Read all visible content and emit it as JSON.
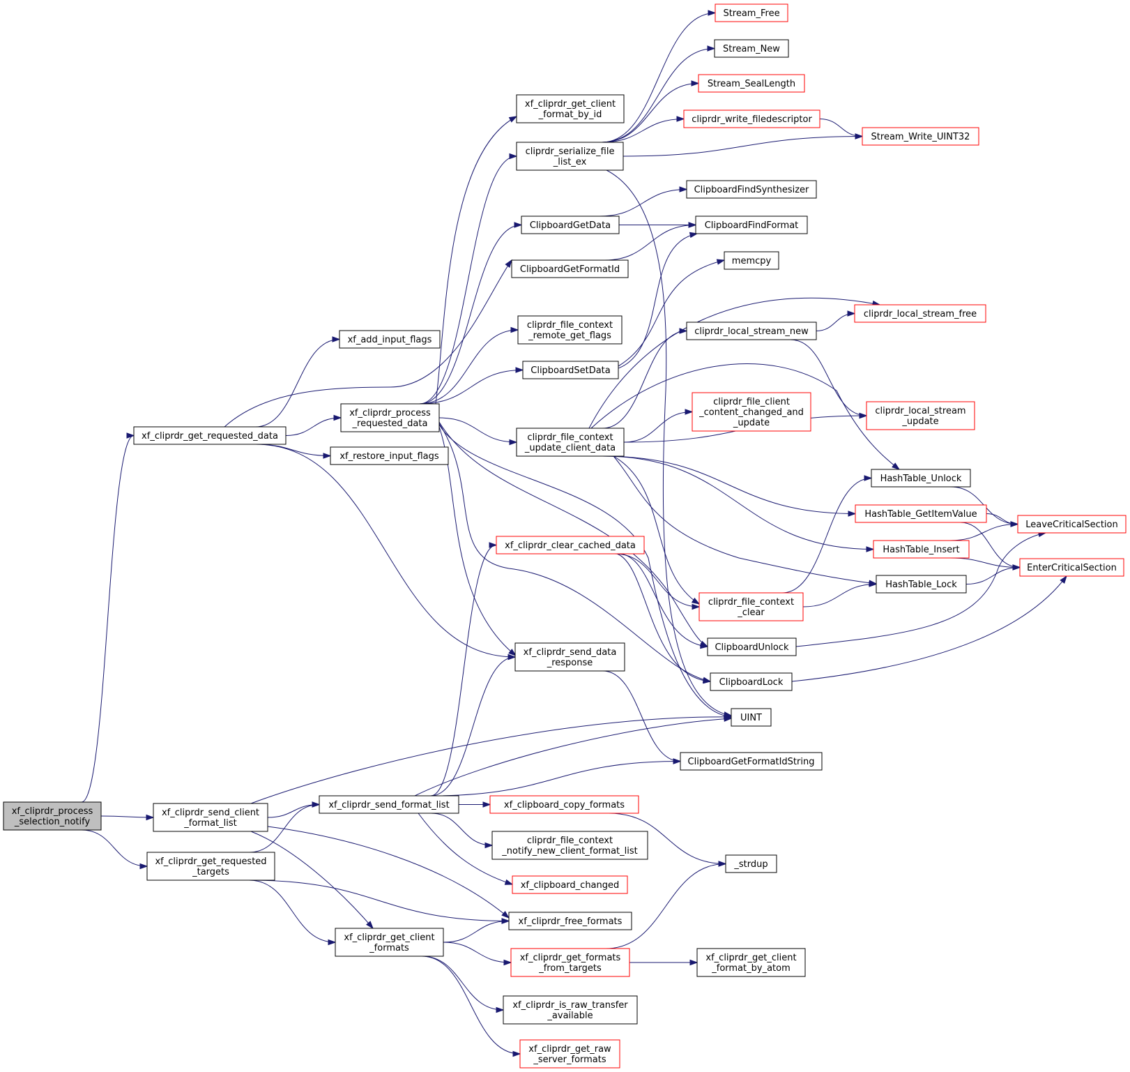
{
  "colors": {
    "edge": "#191970",
    "root_fill": "#bfbfbf",
    "border_documented": "#000000",
    "border_undocumented": "#ff0000"
  },
  "nodes": [
    {
      "id": "root",
      "lines": [
        "xf_cliprdr_process",
        "_selection_notify"
      ],
      "kind": "root"
    },
    {
      "id": "get_requested_data",
      "lines": [
        "xf_cliprdr_get_requested_data"
      ],
      "kind": "black"
    },
    {
      "id": "send_client_format_list",
      "lines": [
        "xf_cliprdr_send_client",
        "_format_list"
      ],
      "kind": "black"
    },
    {
      "id": "get_requested_targets",
      "lines": [
        "xf_cliprdr_get_requested",
        "_targets"
      ],
      "kind": "black"
    },
    {
      "id": "add_input_flags",
      "lines": [
        "xf_add_input_flags"
      ],
      "kind": "black"
    },
    {
      "id": "process_requested_data",
      "lines": [
        "xf_cliprdr_process",
        "_requested_data"
      ],
      "kind": "black"
    },
    {
      "id": "restore_input_flags",
      "lines": [
        "xf_restore_input_flags"
      ],
      "kind": "black"
    },
    {
      "id": "send_format_list",
      "lines": [
        "xf_cliprdr_send_format_list"
      ],
      "kind": "black"
    },
    {
      "id": "get_client_formats",
      "lines": [
        "xf_cliprdr_get_client",
        "_formats"
      ],
      "kind": "black"
    },
    {
      "id": "get_client_format_by_id",
      "lines": [
        "xf_cliprdr_get_client",
        "_format_by_id"
      ],
      "kind": "black"
    },
    {
      "id": "serialize_file_list_ex",
      "lines": [
        "cliprdr_serialize_file",
        "_list_ex"
      ],
      "kind": "black"
    },
    {
      "id": "ClipboardGetData",
      "lines": [
        "ClipboardGetData"
      ],
      "kind": "black"
    },
    {
      "id": "ClipboardGetFormatId",
      "lines": [
        "ClipboardGetFormatId"
      ],
      "kind": "black"
    },
    {
      "id": "file_context_remote_get_flags",
      "lines": [
        "cliprdr_file_context",
        "_remote_get_flags"
      ],
      "kind": "black"
    },
    {
      "id": "ClipboardSetData",
      "lines": [
        "ClipboardSetData"
      ],
      "kind": "black"
    },
    {
      "id": "file_context_update_client_data",
      "lines": [
        "cliprdr_file_context",
        "_update_client_data"
      ],
      "kind": "black"
    },
    {
      "id": "clear_cached_data",
      "lines": [
        "xf_cliprdr_clear_cached_data"
      ],
      "kind": "red"
    },
    {
      "id": "send_data_response",
      "lines": [
        "xf_cliprdr_send_data",
        "_response"
      ],
      "kind": "black"
    },
    {
      "id": "clipboard_copy_formats",
      "lines": [
        "xf_clipboard_copy_formats"
      ],
      "kind": "red"
    },
    {
      "id": "file_context_notify_new",
      "lines": [
        "cliprdr_file_context",
        "_notify_new_client_format_list"
      ],
      "kind": "black"
    },
    {
      "id": "clipboard_changed",
      "lines": [
        "xf_clipboard_changed"
      ],
      "kind": "red"
    },
    {
      "id": "free_formats",
      "lines": [
        "xf_cliprdr_free_formats"
      ],
      "kind": "black"
    },
    {
      "id": "get_formats_from_targets",
      "lines": [
        "xf_cliprdr_get_formats",
        "_from_targets"
      ],
      "kind": "red"
    },
    {
      "id": "is_raw_transfer_available",
      "lines": [
        "xf_cliprdr_is_raw_transfer",
        "_available"
      ],
      "kind": "black"
    },
    {
      "id": "get_raw_server_formats",
      "lines": [
        "xf_cliprdr_get_raw",
        "_server_formats"
      ],
      "kind": "red"
    },
    {
      "id": "Stream_Free",
      "lines": [
        "Stream_Free"
      ],
      "kind": "red"
    },
    {
      "id": "Stream_New",
      "lines": [
        "Stream_New"
      ],
      "kind": "black"
    },
    {
      "id": "Stream_SealLength",
      "lines": [
        "Stream_SealLength"
      ],
      "kind": "red"
    },
    {
      "id": "write_filedescriptor",
      "lines": [
        "cliprdr_write_filedescriptor"
      ],
      "kind": "red"
    },
    {
      "id": "ClipboardFindSynthesizer",
      "lines": [
        "ClipboardFindSynthesizer"
      ],
      "kind": "black"
    },
    {
      "id": "ClipboardFindFormat",
      "lines": [
        "ClipboardFindFormat"
      ],
      "kind": "black"
    },
    {
      "id": "memcpy",
      "lines": [
        "memcpy"
      ],
      "kind": "black"
    },
    {
      "id": "local_stream_new",
      "lines": [
        "cliprdr_local_stream_new"
      ],
      "kind": "black"
    },
    {
      "id": "file_client_content_changed",
      "lines": [
        "cliprdr_file_client",
        "_content_changed_and",
        "_update"
      ],
      "kind": "red"
    },
    {
      "id": "file_context_clear",
      "lines": [
        "cliprdr_file_context",
        "_clear"
      ],
      "kind": "red"
    },
    {
      "id": "ClipboardUnlock",
      "lines": [
        "ClipboardUnlock"
      ],
      "kind": "black"
    },
    {
      "id": "ClipboardLock",
      "lines": [
        "ClipboardLock"
      ],
      "kind": "black"
    },
    {
      "id": "UINT",
      "lines": [
        "UINT"
      ],
      "kind": "black"
    },
    {
      "id": "ClipboardGetFormatIdString",
      "lines": [
        "ClipboardGetFormatIdString"
      ],
      "kind": "black"
    },
    {
      "id": "strdup",
      "lines": [
        "_strdup"
      ],
      "kind": "black"
    },
    {
      "id": "get_client_format_by_atom",
      "lines": [
        "xf_cliprdr_get_client",
        "_format_by_atom"
      ],
      "kind": "black"
    },
    {
      "id": "Stream_Write_UINT32",
      "lines": [
        "Stream_Write_UINT32"
      ],
      "kind": "red"
    },
    {
      "id": "local_stream_free",
      "lines": [
        "cliprdr_local_stream_free"
      ],
      "kind": "red"
    },
    {
      "id": "local_stream_update",
      "lines": [
        "cliprdr_local_stream",
        "_update"
      ],
      "kind": "red"
    },
    {
      "id": "HashTable_Unlock",
      "lines": [
        "HashTable_Unlock"
      ],
      "kind": "black"
    },
    {
      "id": "HashTable_GetItemValue",
      "lines": [
        "HashTable_GetItemValue"
      ],
      "kind": "red"
    },
    {
      "id": "HashTable_Insert",
      "lines": [
        "HashTable_Insert"
      ],
      "kind": "red"
    },
    {
      "id": "HashTable_Lock",
      "lines": [
        "HashTable_Lock"
      ],
      "kind": "black"
    },
    {
      "id": "LeaveCriticalSection",
      "lines": [
        "LeaveCriticalSection"
      ],
      "kind": "red"
    },
    {
      "id": "EnterCriticalSection",
      "lines": [
        "EnterCriticalSection"
      ],
      "kind": "red"
    }
  ],
  "edges": [
    [
      "root",
      "get_requested_data"
    ],
    [
      "root",
      "send_client_format_list"
    ],
    [
      "root",
      "get_requested_targets"
    ],
    [
      "get_requested_data",
      "add_input_flags"
    ],
    [
      "get_requested_data",
      "process_requested_data"
    ],
    [
      "get_requested_data",
      "restore_input_flags"
    ],
    [
      "get_requested_data",
      "ClipboardGetFormatId"
    ],
    [
      "get_requested_data",
      "send_data_response"
    ],
    [
      "process_requested_data",
      "get_client_format_by_id"
    ],
    [
      "process_requested_data",
      "serialize_file_list_ex"
    ],
    [
      "process_requested_data",
      "ClipboardGetData"
    ],
    [
      "process_requested_data",
      "file_context_remote_get_flags"
    ],
    [
      "process_requested_data",
      "ClipboardSetData"
    ],
    [
      "process_requested_data",
      "file_context_update_client_data"
    ],
    [
      "process_requested_data",
      "send_data_response"
    ],
    [
      "process_requested_data",
      "ClipboardUnlock"
    ],
    [
      "process_requested_data",
      "ClipboardLock"
    ],
    [
      "process_requested_data",
      "UINT"
    ],
    [
      "send_client_format_list",
      "send_format_list"
    ],
    [
      "send_client_format_list",
      "get_client_formats"
    ],
    [
      "send_client_format_list",
      "free_formats"
    ],
    [
      "send_client_format_list",
      "UINT"
    ],
    [
      "get_requested_targets",
      "send_format_list"
    ],
    [
      "get_requested_targets",
      "get_client_formats"
    ],
    [
      "get_requested_targets",
      "free_formats"
    ],
    [
      "send_format_list",
      "clear_cached_data"
    ],
    [
      "send_format_list",
      "send_data_response"
    ],
    [
      "send_format_list",
      "UINT"
    ],
    [
      "send_format_list",
      "ClipboardGetFormatIdString"
    ],
    [
      "send_format_list",
      "clipboard_copy_formats"
    ],
    [
      "send_format_list",
      "file_context_notify_new"
    ],
    [
      "send_format_list",
      "clipboard_changed"
    ],
    [
      "get_client_formats",
      "free_formats"
    ],
    [
      "get_client_formats",
      "get_formats_from_targets"
    ],
    [
      "get_client_formats",
      "is_raw_transfer_available"
    ],
    [
      "get_client_formats",
      "get_raw_server_formats"
    ],
    [
      "serialize_file_list_ex",
      "Stream_Free"
    ],
    [
      "serialize_file_list_ex",
      "Stream_New"
    ],
    [
      "serialize_file_list_ex",
      "Stream_SealLength"
    ],
    [
      "serialize_file_list_ex",
      "write_filedescriptor"
    ],
    [
      "serialize_file_list_ex",
      "Stream_Write_UINT32"
    ],
    [
      "serialize_file_list_ex",
      "UINT"
    ],
    [
      "write_filedescriptor",
      "Stream_Write_UINT32"
    ],
    [
      "ClipboardGetData",
      "ClipboardFindSynthesizer"
    ],
    [
      "ClipboardGetData",
      "ClipboardFindFormat"
    ],
    [
      "ClipboardGetFormatId",
      "ClipboardFindFormat"
    ],
    [
      "ClipboardSetData",
      "ClipboardFindFormat"
    ],
    [
      "ClipboardSetData",
      "memcpy"
    ],
    [
      "file_context_update_client_data",
      "local_stream_free"
    ],
    [
      "file_context_update_client_data",
      "local_stream_new"
    ],
    [
      "file_context_update_client_data",
      "file_client_content_changed"
    ],
    [
      "file_context_update_client_data",
      "local_stream_update"
    ],
    [
      "file_context_update_client_data",
      "HashTable_Unlock"
    ],
    [
      "file_context_update_client_data",
      "HashTable_GetItemValue"
    ],
    [
      "file_context_update_client_data",
      "HashTable_Insert"
    ],
    [
      "file_context_update_client_data",
      "HashTable_Lock"
    ],
    [
      "file_context_update_client_data",
      "file_context_clear"
    ],
    [
      "local_stream_new",
      "local_stream_free"
    ],
    [
      "local_stream_new",
      "local_stream_update"
    ],
    [
      "clear_cached_data",
      "file_context_clear"
    ],
    [
      "clear_cached_data",
      "ClipboardUnlock"
    ],
    [
      "clear_cached_data",
      "ClipboardLock"
    ],
    [
      "file_context_clear",
      "HashTable_Unlock"
    ],
    [
      "file_context_clear",
      "HashTable_Lock"
    ],
    [
      "HashTable_Unlock",
      "LeaveCriticalSection"
    ],
    [
      "HashTable_GetItemValue",
      "LeaveCriticalSection"
    ],
    [
      "HashTable_GetItemValue",
      "EnterCriticalSection"
    ],
    [
      "HashTable_Insert",
      "LeaveCriticalSection"
    ],
    [
      "HashTable_Insert",
      "EnterCriticalSection"
    ],
    [
      "HashTable_Lock",
      "EnterCriticalSection"
    ],
    [
      "ClipboardUnlock",
      "LeaveCriticalSection"
    ],
    [
      "ClipboardLock",
      "EnterCriticalSection"
    ],
    [
      "send_data_response",
      "ClipboardGetFormatIdString"
    ],
    [
      "clipboard_copy_formats",
      "strdup"
    ],
    [
      "get_formats_from_targets",
      "strdup"
    ],
    [
      "get_formats_from_targets",
      "get_client_format_by_atom"
    ]
  ]
}
